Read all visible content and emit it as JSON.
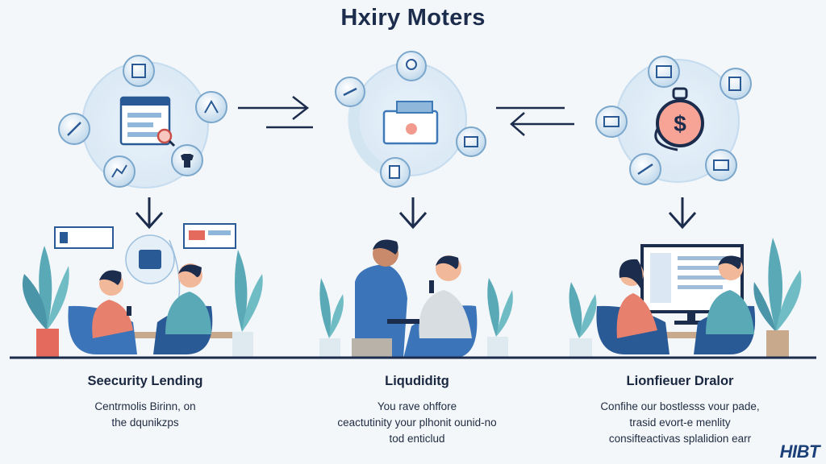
{
  "title": "Hxiry Moters",
  "sections": [
    {
      "title": "Seecurity Lending",
      "lines": [
        "Centrmolis Birinn, on",
        "the dqunikzps"
      ]
    },
    {
      "title": "Liqudiditg",
      "lines": [
        "You rave ohffore",
        "ceactutinity your plhonit ounid-no",
        "tod enticlud"
      ]
    },
    {
      "title": "Lionfieuer Dralor",
      "lines": [
        "Confihe our bostlesss vour pade,",
        "trasid evort-e menlity",
        "consifteactivas splalidion earr"
      ]
    }
  ],
  "brand": "HIBT",
  "colors": {
    "background": "#f3f7fa",
    "navy": "#1c2c4c",
    "accent_blue": "#3b74b8",
    "plant_teal": "#5aa9b6",
    "pot_red": "#e46a5e"
  },
  "icons": [
    "browser-window-icon",
    "magnifier-icon",
    "document-icon",
    "shirt-icon",
    "chart-icon",
    "tools-icon",
    "truck-icon",
    "dollar-bag-icon",
    "arrow-right-icon",
    "arrow-left-icon",
    "arrow-down-icon",
    "plant-icon"
  ]
}
